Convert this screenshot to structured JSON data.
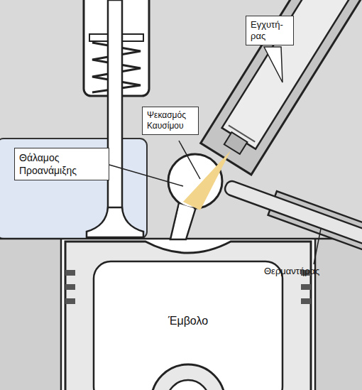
{
  "diagram": {
    "labels": [
      "Εγχυτή- ρας",
      "Ψεκασμός Καυσίμου",
      "Θάλαμος Προανάμιξης",
      "Θερμαντήρας",
      "Έμβολο"
    ]
  }
}
